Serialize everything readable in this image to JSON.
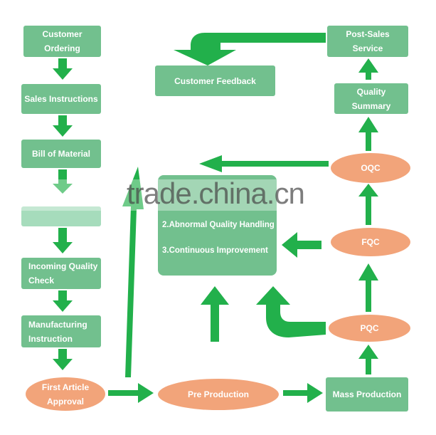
{
  "left_column": [
    "Customer Ordering",
    "Sales Instructions",
    "Bill of Material",
    "",
    "Incoming Quality Check",
    "Manufacturing Instruction"
  ],
  "first_article": "First Article Approval",
  "pre_production": "Pre Production",
  "mass_production": "Mass Production",
  "right_column": {
    "pqc": "PQC",
    "fqc": "FQC",
    "oqc": "OQC",
    "quality_summary": "Quality Summary",
    "post_sales": "Post-Sales Service"
  },
  "customer_feedback": "Customer Feedback",
  "center_box": {
    "line2": "2.Abnormal Quality Handling",
    "line3": "3.Continuous Improvement"
  },
  "watermark": "trade.china.cn",
  "colors": {
    "box": "#72c08e",
    "ellipse": "#f2a47a",
    "arrow": "#22b04b"
  }
}
